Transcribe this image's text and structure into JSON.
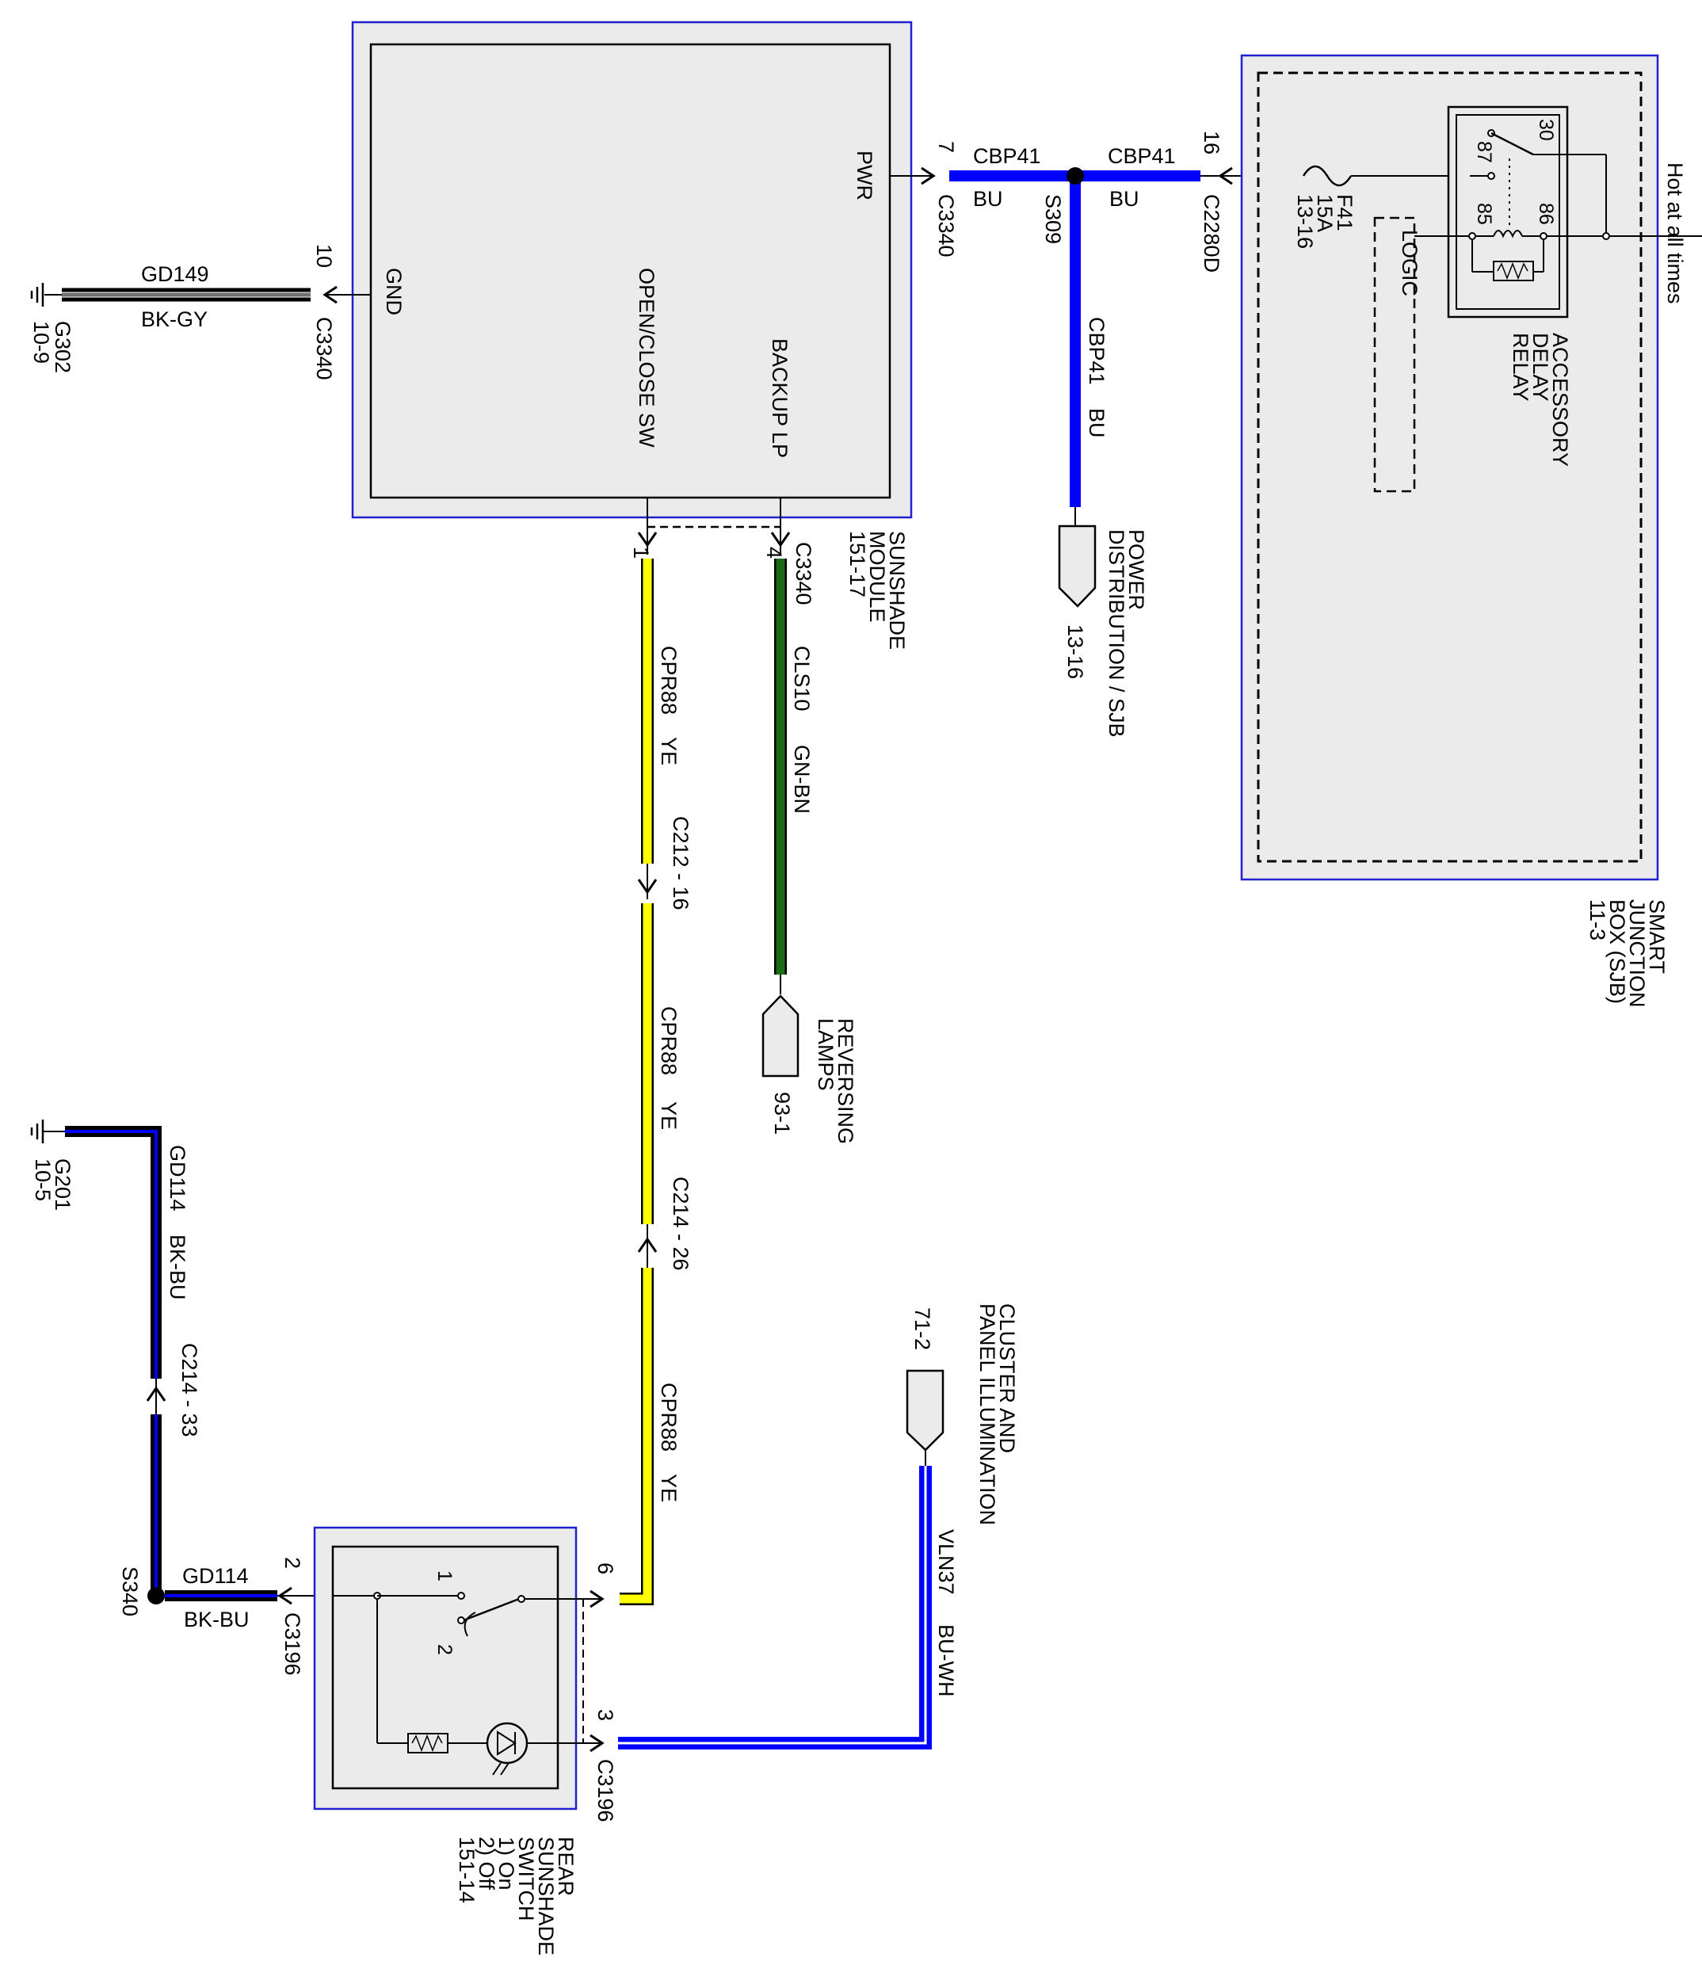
{
  "colors": {
    "blue": "#0000ff",
    "yellow": "#ffff00",
    "green": "#1c6b16",
    "black": "#000000",
    "module_fill": "#ebebeb",
    "module_border": "#2020d0"
  },
  "sunshade_module": {
    "pins": {
      "pwr": "PWR",
      "gnd": "GND",
      "open_close": "OPEN/CLOSE SW",
      "backup": "BACKUP LP"
    },
    "label": [
      "SUNSHADE",
      "MODULE",
      "151-17"
    ]
  },
  "ground_g302": {
    "wire": "GD149",
    "color": "BK-GY",
    "pin": "10",
    "connector": "C3340",
    "ground": "G302",
    "ref": "10-9"
  },
  "pwr_feed": {
    "pin": "7",
    "connector": "C3340",
    "wire_left": "CBP41",
    "color_left": "BU",
    "splice": "S309",
    "wire_right": "CBP41",
    "color_right": "BU",
    "sjb_pin": "16",
    "sjb_connector": "C2280D",
    "wire_down": "CBP41",
    "color_down": "BU"
  },
  "power_dist": {
    "label": [
      "POWER",
      "DISTRIBUTION / SJB"
    ],
    "ref": "13-16"
  },
  "sjb": {
    "fuse": "F41",
    "rating": "15A",
    "fuse_ref": "13-16",
    "logic": "LOGIC",
    "relay_pins": {
      "p30": "30",
      "p87": "87",
      "p85": "85",
      "p86": "86"
    },
    "relay_label": [
      "ACCESSORY",
      "DELAY",
      "RELAY"
    ],
    "hot": "Hot at all times",
    "label": [
      "SMART",
      "JUNCTION",
      "BOX (SJB)",
      "11-3"
    ]
  },
  "sw_circuit": {
    "pin": "1",
    "connector": "C3340",
    "wire": "CPR88",
    "color": "YE",
    "inline1": "C212 - 16",
    "inline2": "C214 - 26",
    "sw_pin": "6"
  },
  "backup_circuit": {
    "pin": "4",
    "connector": "C3340",
    "wire": "CLS10",
    "color": "GN-BN"
  },
  "reversing": {
    "label": [
      "REVERSING",
      "LAMPS"
    ],
    "ref": "93-1"
  },
  "illum": {
    "label": [
      "CLUSTER AND",
      "PANEL ILLUMINATION"
    ],
    "ref": "71-2",
    "wire": "VLN37",
    "color": "BU-WH",
    "pin": "3",
    "connector": "C3196"
  },
  "ground_g201": {
    "wire": "GD114",
    "color": "BK-BU",
    "ground": "G201",
    "ref": "10-5",
    "inline": "C214 - 33",
    "splice": "S340",
    "wire2": "GD114",
    "color2": "BK-BU",
    "pin": "2",
    "connector": "C3196"
  },
  "rear_switch": {
    "pos1": "1",
    "pos2": "2",
    "label": [
      "REAR",
      "SUNSHADE",
      "SWITCH",
      "1) On",
      "2) Off",
      "151-14"
    ]
  }
}
